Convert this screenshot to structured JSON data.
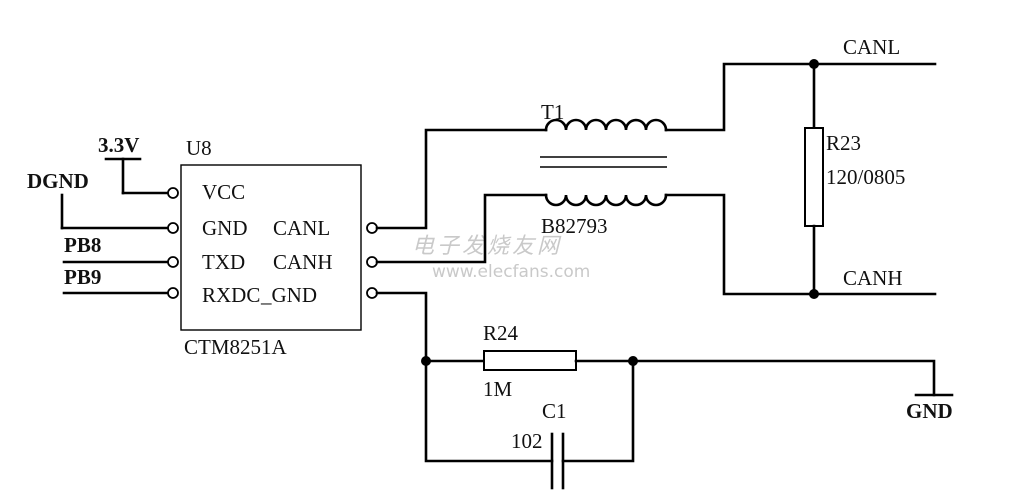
{
  "ic": {
    "ref": "U8",
    "part": "CTM8251A",
    "pins_left": [
      "VCC",
      "GND",
      "TXD",
      "RXDC"
    ],
    "pins_right": [
      "CANL",
      "CANH",
      "_GND"
    ]
  },
  "power": {
    "vcc": "3.3V",
    "dgnd": "DGND",
    "gnd": "GND"
  },
  "signals": {
    "pb8": "PB8",
    "pb9": "PB9",
    "canl": "CANL",
    "canh": "CANH"
  },
  "transformer": {
    "ref": "T1",
    "part": "B82793"
  },
  "r23": {
    "ref": "R23",
    "value": "120/0805"
  },
  "r24": {
    "ref": "R24",
    "value": "1M"
  },
  "c1": {
    "ref": "C1",
    "value": "102"
  },
  "watermark": {
    "cn": "电子发烧友网",
    "url": "www.elecfans.com"
  }
}
